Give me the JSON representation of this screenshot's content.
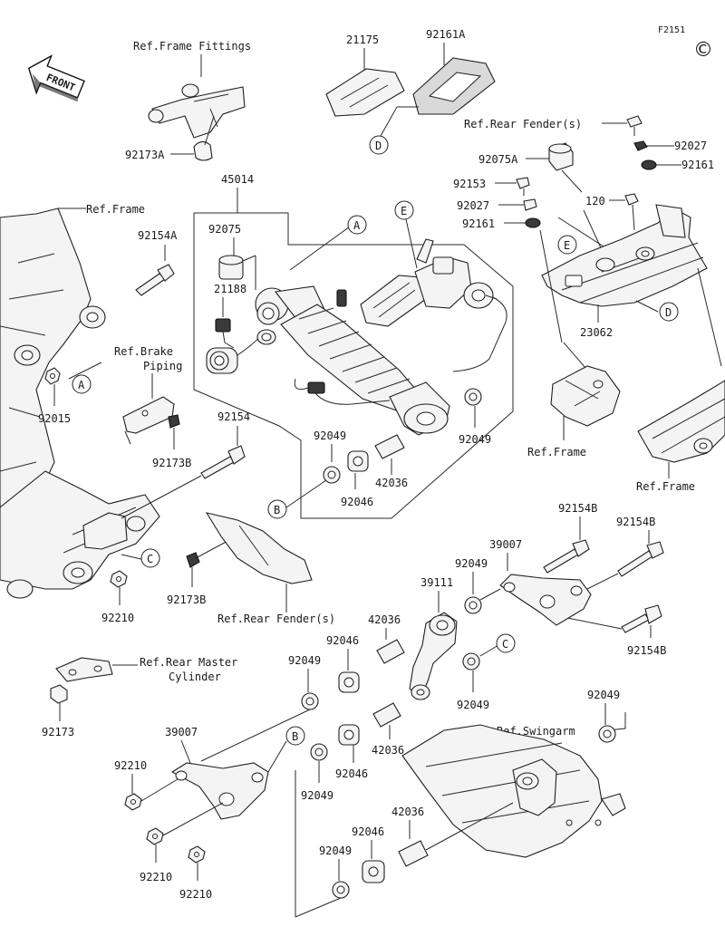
{
  "figure_id": "F2151",
  "copyright_mark": "©",
  "front_label": "FRONT",
  "refs": {
    "frame_fittings": "Ref.Frame Fittings",
    "frame_top": "Ref.Frame",
    "brake_piping_1": "Ref.Brake",
    "brake_piping_2": "Piping",
    "rear_fender_top": "Ref.Rear Fender(s)",
    "rear_fender_mid": "Ref.Rear Fender(s)",
    "frame_mid": "Ref.Frame",
    "frame_right": "Ref.Frame",
    "rear_master_1": "Ref.Rear Master",
    "rear_master_2": "Cylinder",
    "swingarm": "Ref.Swingarm"
  },
  "parts": {
    "p21175": "21175",
    "p92161A": "92161A",
    "p92173A": "92173A",
    "p45014": "45014",
    "p92075": "92075",
    "p21188": "21188",
    "p92154A": "92154A",
    "p92015": "92015",
    "p92173B_1": "92173B",
    "p92154": "92154",
    "p92049_a": "92049",
    "p92046_a": "92046",
    "p42036_a": "42036",
    "p92049_b": "92049",
    "p92075A": "92075A",
    "p92153": "92153",
    "p92027_a": "92027",
    "p92161_a": "92161",
    "p120": "120",
    "p92027_b": "92027",
    "p92161_b": "92161",
    "p23062": "23062",
    "p92210_a": "92210",
    "p92173B_2": "92173B",
    "p92154B_a": "92154B",
    "p92154B_b": "92154B",
    "p92154B_c": "92154B",
    "p39007_a": "39007",
    "p92049_c": "92049",
    "p39111": "39111",
    "p42036_b": "42036",
    "p92046_b": "92046",
    "p92049_d": "92049",
    "p92049_e": "92049",
    "p92173": "92173",
    "p39007_b": "39007",
    "p92210_b": "92210",
    "p92049_f": "92049",
    "p92046_c": "92046",
    "p42036_c": "42036",
    "p92049_g": "92049",
    "p92210_c": "92210",
    "p92210_d": "92210",
    "p42036_d": "42036",
    "p92046_d": "92046",
    "p92049_h": "92049"
  },
  "callouts": {
    "A1": "A",
    "A2": "A",
    "B1": "B",
    "B2": "B",
    "C1": "C",
    "C2": "C",
    "D1": "D",
    "D2": "D",
    "E1": "E",
    "E2": "E"
  }
}
